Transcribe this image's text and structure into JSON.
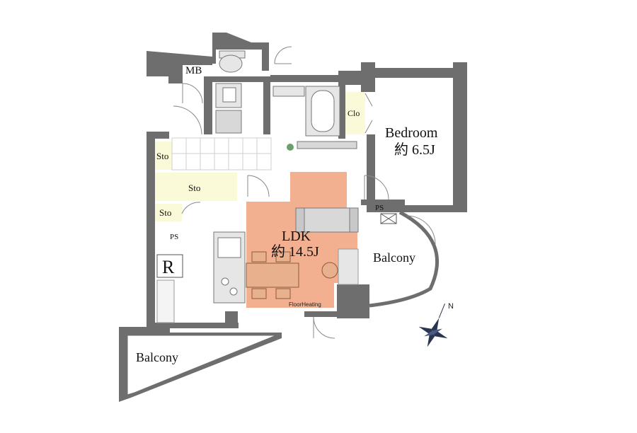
{
  "rooms": {
    "mb": "MB",
    "clo": "Clo",
    "bedroom_name": "Bedroom",
    "bedroom_size": "約 6.5J",
    "sto_1": "Sto",
    "sto_2": "Sto",
    "sto_3": "Sto",
    "ps_1": "PS",
    "ps_2": "PS",
    "ldk_name": "LDK",
    "ldk_size": "約 14.5J",
    "r": "R",
    "balcony_right": "Balcony",
    "balcony_bottom": "Balcony",
    "floor_heating": "FloorHeating"
  },
  "compass": {
    "north": "N"
  },
  "colors": {
    "wall": "#6e6e6e",
    "floor_heating": "#f0a27e",
    "storage": "#fafad8",
    "fixture": "#d8d8d8",
    "grid": "#cfcfcf"
  }
}
